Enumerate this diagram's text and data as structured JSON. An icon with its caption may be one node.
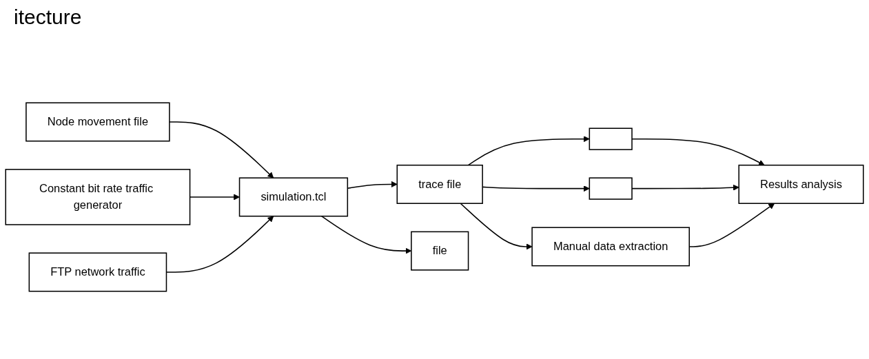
{
  "diagram": {
    "title": "itecture",
    "nodes": [
      {
        "text": [
          "Node movement file"
        ]
      },
      {
        "text": [
          "Constant bit rate traffic generator"
        ]
      },
      {
        "text": [
          "FTP network traffic"
        ]
      },
      {
        "text": [
          "simulation.tcl"
        ]
      },
      {
        "text": [
          "trace file"
        ]
      },
      {
        "text": [
          "file"
        ]
      },
      {
        "text": [],
        "shape": "box"
      },
      {
        "text": [],
        "shape": "box"
      },
      {
        "text": [
          "Manual data extraction"
        ]
      },
      {
        "text": [
          "Results analysis"
        ]
      }
    ],
    "edges": [
      {
        "from": 0,
        "to": 3,
        "arrow": "to"
      },
      {
        "from": 1,
        "to": 3,
        "arrow": "to"
      },
      {
        "from": 2,
        "to": 3,
        "arrow": "to"
      },
      {
        "from": 3,
        "to": 4,
        "arrow": "to"
      },
      {
        "from": 3,
        "to": 5,
        "arrow": "to"
      },
      {
        "from": 4,
        "to": 6,
        "arrow": "to"
      },
      {
        "from": 4,
        "to": 7,
        "arrow": "to"
      },
      {
        "from": 4,
        "to": 8,
        "arrow": "to"
      },
      {
        "from": 6,
        "to": 9,
        "arrow": "to"
      },
      {
        "from": 7,
        "to": 9,
        "arrow": "to"
      },
      {
        "from": 8,
        "to": 9,
        "arrow": "to"
      }
    ]
  }
}
